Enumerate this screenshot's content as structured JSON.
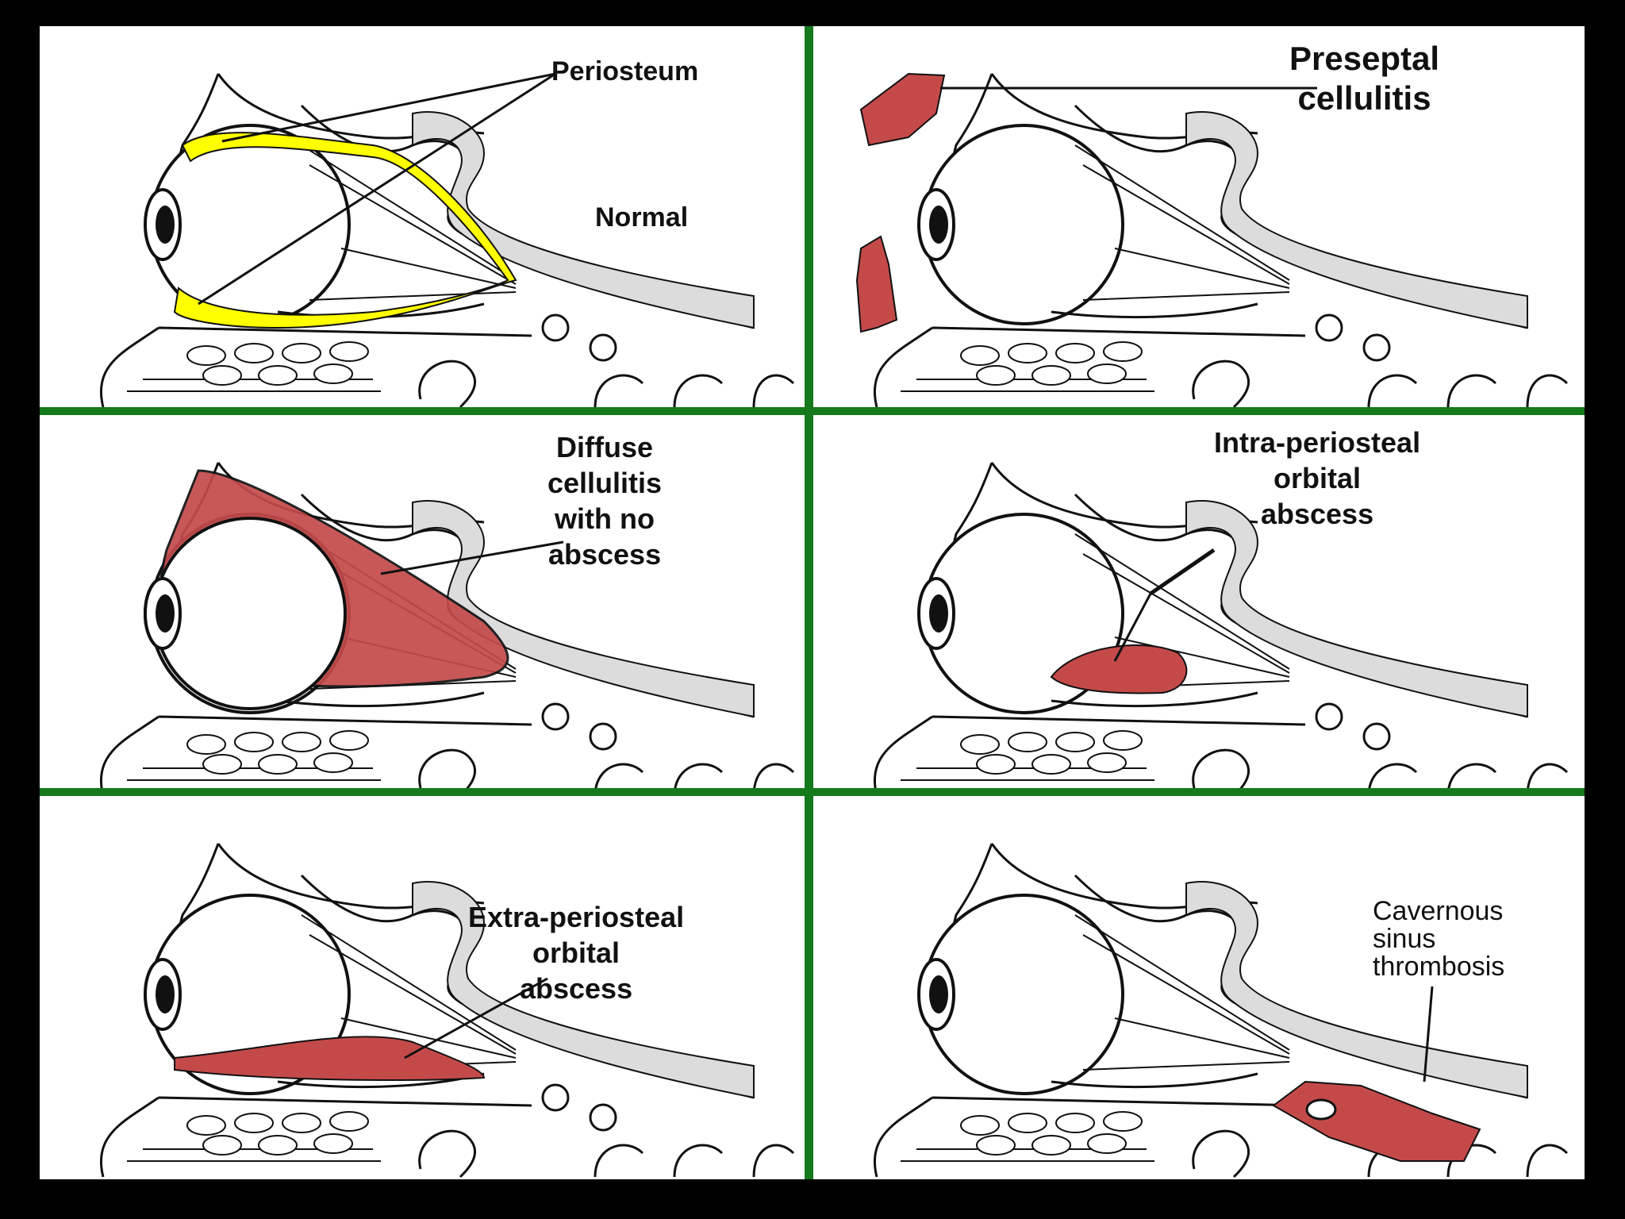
{
  "colors": {
    "frame": "#157a1c",
    "background": "#000000",
    "periosteum": "#ffff00",
    "infection": "#c44a4a",
    "line": "#111111",
    "bone": "#dcdcdc"
  },
  "panels": [
    {
      "label_lines": [
        "Periosteum"
      ],
      "sublabel": "Normal",
      "highlight": "periosteum"
    },
    {
      "label_lines": [
        "Preseptal",
        "cellulitis"
      ],
      "highlight": "preseptal"
    },
    {
      "label_lines": [
        "Diffuse",
        "cellulitis",
        "with no",
        "abscess"
      ],
      "highlight": "diffuse"
    },
    {
      "label_lines": [
        "Intra-periosteal",
        "orbital",
        "abscess"
      ],
      "highlight": "intra"
    },
    {
      "label_lines": [
        "Extra-periosteal",
        "orbital",
        "abscess"
      ],
      "highlight": "extra"
    },
    {
      "label_lines": [
        "Cavernous",
        "sinus",
        "thrombosis"
      ],
      "highlight": "cavernous"
    }
  ]
}
